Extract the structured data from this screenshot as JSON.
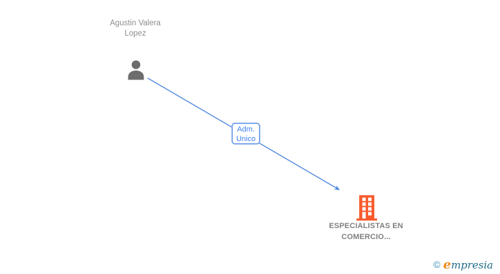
{
  "diagram": {
    "type": "corporate-relationship-graph",
    "person": {
      "name": "Agustin Valera Lopez",
      "icon": "person-icon"
    },
    "edge": {
      "label": "Adm. Unico",
      "from": "Agustin Valera Lopez",
      "to": "ESPECIALISTAS EN COMERCIO...",
      "line_color": "#5288df"
    },
    "company": {
      "name": "ESPECIALISTAS EN COMERCIO...",
      "icon": "building-icon",
      "icon_color": "#f95b2d"
    }
  },
  "footer": {
    "copyright_symbol": "©",
    "brand_first_letter": "e",
    "brand_rest": "mpresia"
  },
  "colors": {
    "person_icon": "#6d6d6d",
    "person_text": "#8e8e8e",
    "company_text": "#7f7f7f",
    "building_orange": "#f95b2d",
    "edge_blue": "#5288df",
    "edge_box_border": "#7fa9ec",
    "edge_box_text": "#4080f0",
    "logo_teal": "#1f6b89",
    "logo_orange": "#ef8a21"
  }
}
